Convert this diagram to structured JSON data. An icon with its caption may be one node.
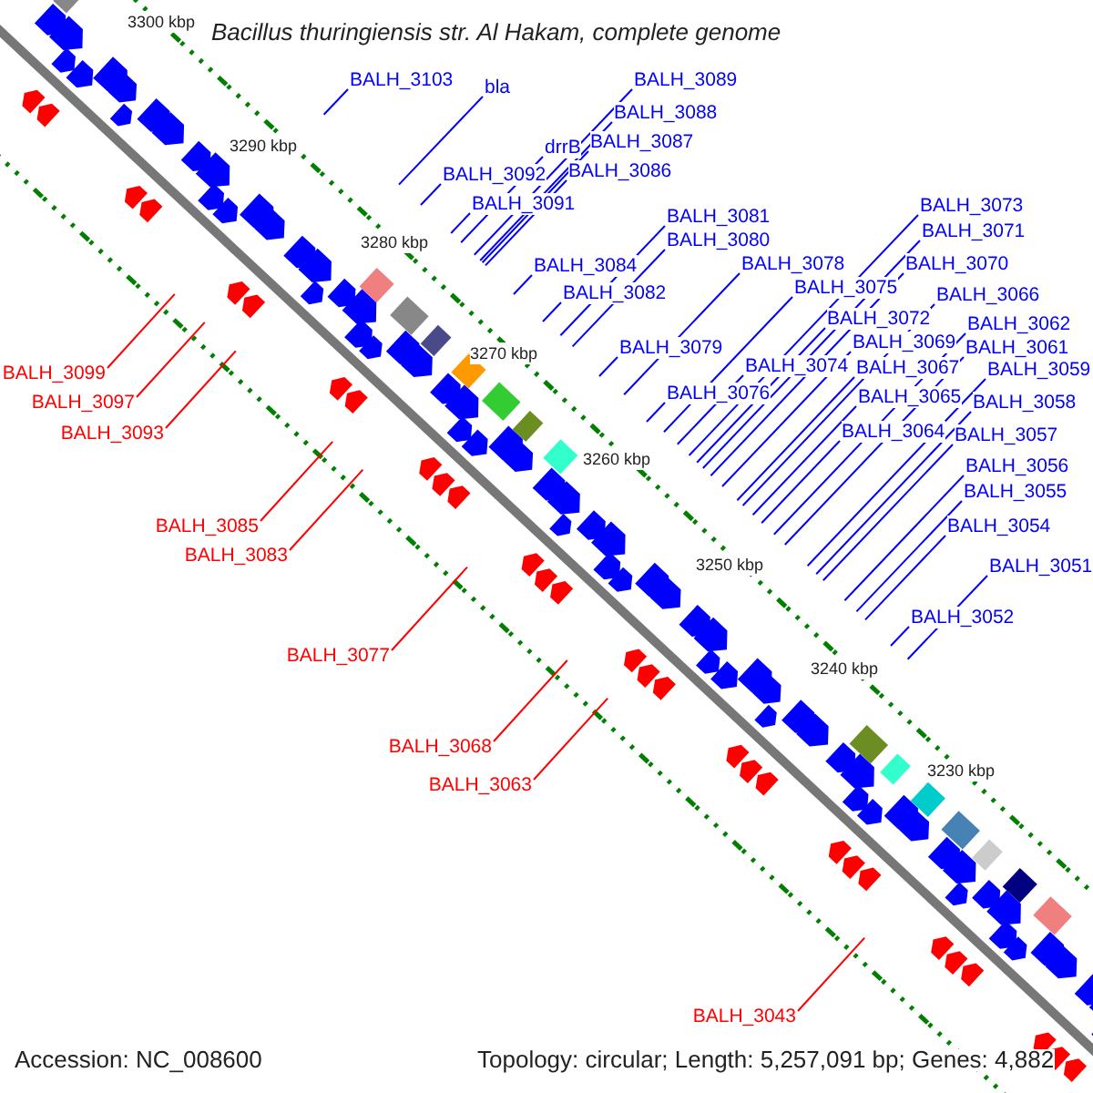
{
  "diagram": {
    "title": "Bacillus thuringiensis str. Al Hakam, complete genome",
    "nodes": [
      {
        "text": [
          "BALH_3103"
        ]
      },
      {
        "text": [
          "BALH_3089"
        ]
      },
      {
        "text": [
          "bla"
        ]
      },
      {
        "text": [
          "BALH_3088"
        ]
      },
      {
        "text": [
          "BALH_3087"
        ]
      },
      {
        "text": [
          "drrB"
        ]
      },
      {
        "text": [
          "BALH_3086"
        ]
      },
      {
        "text": [
          "BALH_3092"
        ]
      },
      {
        "text": [
          "BALH_3091"
        ]
      },
      {
        "text": [
          "BALH_3073"
        ]
      },
      {
        "text": [
          "BALH_3081"
        ]
      },
      {
        "text": [
          "BALH_3071"
        ]
      },
      {
        "text": [
          "BALH_3080"
        ]
      },
      {
        "text": [
          "BALH_3078"
        ]
      },
      {
        "text": [
          "BALH_3070"
        ]
      },
      {
        "text": [
          "BALH_3084"
        ]
      },
      {
        "text": [
          "BALH_3075"
        ]
      },
      {
        "text": [
          "BALH_3082"
        ]
      },
      {
        "text": [
          "BALH_3066"
        ]
      },
      {
        "text": [
          "BALH_3072"
        ]
      },
      {
        "text": [
          "BALH_3062"
        ]
      },
      {
        "text": [
          "BALH_3069"
        ]
      },
      {
        "text": [
          "BALH_3079"
        ]
      },
      {
        "text": [
          "BALH_3061"
        ]
      },
      {
        "text": [
          "BALH_3074"
        ]
      },
      {
        "text": [
          "BALH_3067"
        ]
      },
      {
        "text": [
          "BALH_3059"
        ]
      },
      {
        "text": [
          "BALH_3099"
        ]
      },
      {
        "text": [
          "BALH_3076"
        ]
      },
      {
        "text": [
          "BALH_3065"
        ]
      },
      {
        "text": [
          "BALH_3097"
        ]
      },
      {
        "text": [
          "BALH_3058"
        ]
      },
      {
        "text": [
          "BALH_3064"
        ]
      },
      {
        "text": [
          "BALH_3093"
        ]
      },
      {
        "text": [
          "BALH_3057"
        ]
      },
      {
        "text": [
          "BALH_3056"
        ]
      },
      {
        "text": [
          "BALH_3055"
        ]
      },
      {
        "text": [
          "BALH_3085"
        ]
      },
      {
        "text": [
          "BALH_3054"
        ]
      },
      {
        "text": [
          "BALH_3083"
        ]
      },
      {
        "text": [
          "BALH_3051"
        ]
      },
      {
        "text": [
          "BALH_3052"
        ]
      },
      {
        "text": [
          "BALH_3077"
        ]
      },
      {
        "text": [
          "BALH_3068"
        ]
      },
      {
        "text": [
          "BALH_3063"
        ]
      },
      {
        "text": [
          "BALH_3043"
        ]
      }
    ],
    "edges": [
      {
        "from": 0,
        "to": null,
        "arrow": "none"
      },
      {
        "from": 1,
        "to": null,
        "arrow": "none"
      },
      {
        "from": 2,
        "to": null,
        "arrow": "none"
      },
      {
        "from": 3,
        "to": null,
        "arrow": "none"
      },
      {
        "from": 4,
        "to": null,
        "arrow": "none"
      },
      {
        "from": 5,
        "to": null,
        "arrow": "none"
      },
      {
        "from": 6,
        "to": null,
        "arrow": "none"
      },
      {
        "from": 7,
        "to": null,
        "arrow": "none"
      },
      {
        "from": 8,
        "to": null,
        "arrow": "none"
      },
      {
        "from": 9,
        "to": null,
        "arrow": "none"
      },
      {
        "from": 10,
        "to": null,
        "arrow": "none"
      },
      {
        "from": 11,
        "to": null,
        "arrow": "none"
      },
      {
        "from": 12,
        "to": null,
        "arrow": "none"
      },
      {
        "from": 13,
        "to": null,
        "arrow": "none"
      },
      {
        "from": 14,
        "to": null,
        "arrow": "none"
      },
      {
        "from": 15,
        "to": null,
        "arrow": "none"
      },
      {
        "from": 16,
        "to": null,
        "arrow": "none"
      },
      {
        "from": 17,
        "to": null,
        "arrow": "none"
      },
      {
        "from": 18,
        "to": null,
        "arrow": "none"
      },
      {
        "from": 19,
        "to": null,
        "arrow": "none"
      },
      {
        "from": 20,
        "to": null,
        "arrow": "none"
      },
      {
        "from": 21,
        "to": null,
        "arrow": "none"
      },
      {
        "from": 22,
        "to": null,
        "arrow": "none"
      },
      {
        "from": 23,
        "to": null,
        "arrow": "none"
      },
      {
        "from": 24,
        "to": null,
        "arrow": "none"
      },
      {
        "from": 25,
        "to": null,
        "arrow": "none"
      },
      {
        "from": 26,
        "to": null,
        "arrow": "none"
      },
      {
        "from": 27,
        "to": null,
        "arrow": "none",
        "color": "#ff0000"
      },
      {
        "from": 28,
        "to": null,
        "arrow": "none"
      },
      {
        "from": 29,
        "to": null,
        "arrow": "none"
      },
      {
        "from": 30,
        "to": null,
        "arrow": "none",
        "color": "#ff0000"
      },
      {
        "from": 31,
        "to": null,
        "arrow": "none"
      },
      {
        "from": 32,
        "to": null,
        "arrow": "none"
      },
      {
        "from": 33,
        "to": null,
        "arrow": "none",
        "color": "#ff0000"
      },
      {
        "from": 34,
        "to": null,
        "arrow": "none"
      },
      {
        "from": 35,
        "to": null,
        "arrow": "none"
      },
      {
        "from": 36,
        "to": null,
        "arrow": "none"
      },
      {
        "from": 37,
        "to": null,
        "arrow": "none",
        "color": "#ff0000"
      },
      {
        "from": 38,
        "to": null,
        "arrow": "none"
      },
      {
        "from": 39,
        "to": null,
        "arrow": "none",
        "color": "#ff0000"
      },
      {
        "from": 40,
        "to": null,
        "arrow": "none"
      },
      {
        "from": 41,
        "to": null,
        "arrow": "none"
      },
      {
        "from": 42,
        "to": null,
        "arrow": "none",
        "color": "#ff0000"
      },
      {
        "from": 43,
        "to": null,
        "arrow": "none",
        "color": "#ff0000"
      },
      {
        "from": 44,
        "to": null,
        "arrow": "none",
        "color": "#ff0000"
      },
      {
        "from": 45,
        "to": null,
        "arrow": "none",
        "color": "#ff0000"
      }
    ],
    "labels": [
      "3300 kbp",
      "3290 kbp",
      "3280 kbp",
      "3270 kbp",
      "3260 kbp",
      "3250 kbp",
      "3240 kbp",
      "3230 kbp",
      "Accession: NC_008600",
      "Topology: circular; Length: 5,257,091 bp; Genes: 4,882"
    ]
  }
}
